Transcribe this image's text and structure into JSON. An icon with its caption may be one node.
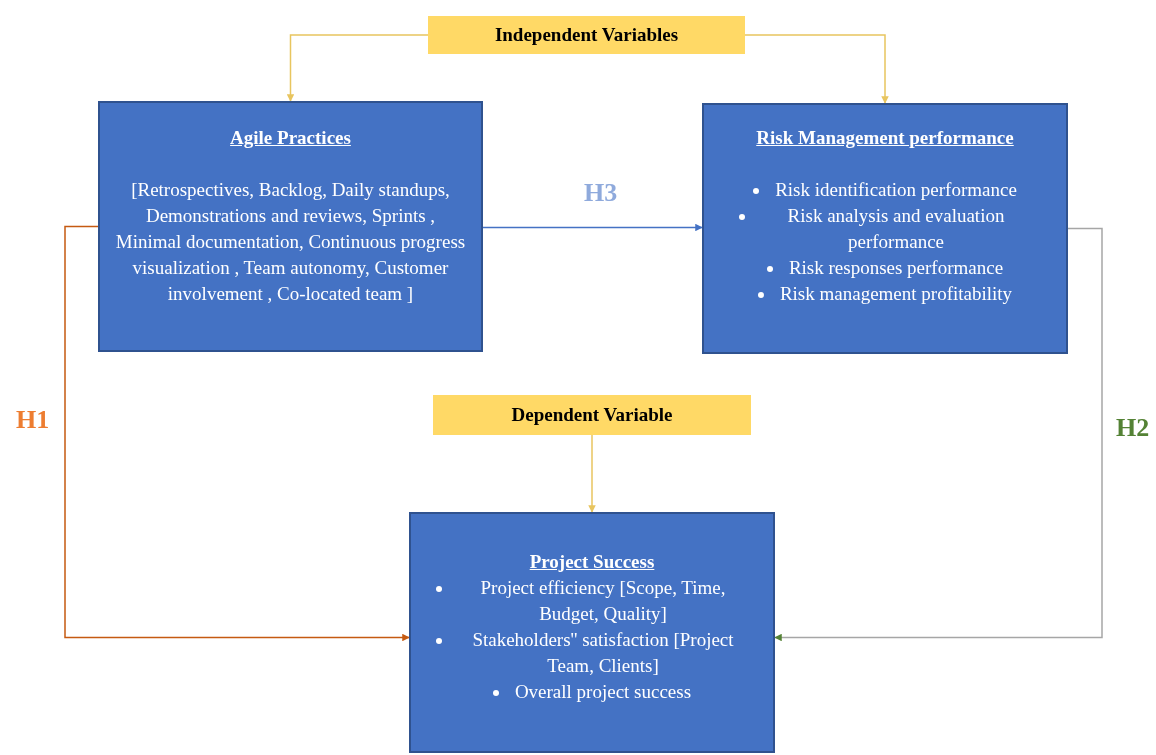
{
  "diagram": {
    "nodes": [
      {
        "text": [
          "Independent Variables"
        ]
      },
      {
        "text": [
          "Agile Practices",
          "[Retrospectives, Backlog,  Daily standups, Demonstrations and reviews, Sprints , Minimal documentation, Continuous progress visualization  , Team autonomy, Customer involvement , Co-located team ]"
        ]
      },
      {
        "text": [
          "Risk Management performance",
          "Risk identification performance",
          "Risk analysis and evaluation performance",
          "Risk responses performance",
          "Risk management profitability"
        ]
      },
      {
        "text": [
          "Dependent Variable"
        ]
      },
      {
        "text": [
          "Project Success",
          "Project efficiency  [Scope, Time, Budget, Quality]",
          "Stakeholders'' satisfaction [Project Team, Clients]",
          "Overall  project success"
        ]
      }
    ],
    "edges": [
      {
        "from": 0,
        "to": 1,
        "arrow": "to",
        "color": "#e8c55f"
      },
      {
        "from": 0,
        "to": 2,
        "arrow": "to",
        "color": "#e8c55f"
      },
      {
        "from": 1,
        "to": 2,
        "arrow": "to",
        "label": "H3",
        "color": "#4472c4"
      },
      {
        "from": 1,
        "to": 4,
        "arrow": "to",
        "label": "H1",
        "color": "#c55a11"
      },
      {
        "from": 2,
        "to": 4,
        "arrow": "to",
        "label": "H2",
        "color": "#a6a6a6"
      },
      {
        "from": 3,
        "to": 4,
        "arrow": "to",
        "color": "#e8c55f"
      }
    ]
  }
}
